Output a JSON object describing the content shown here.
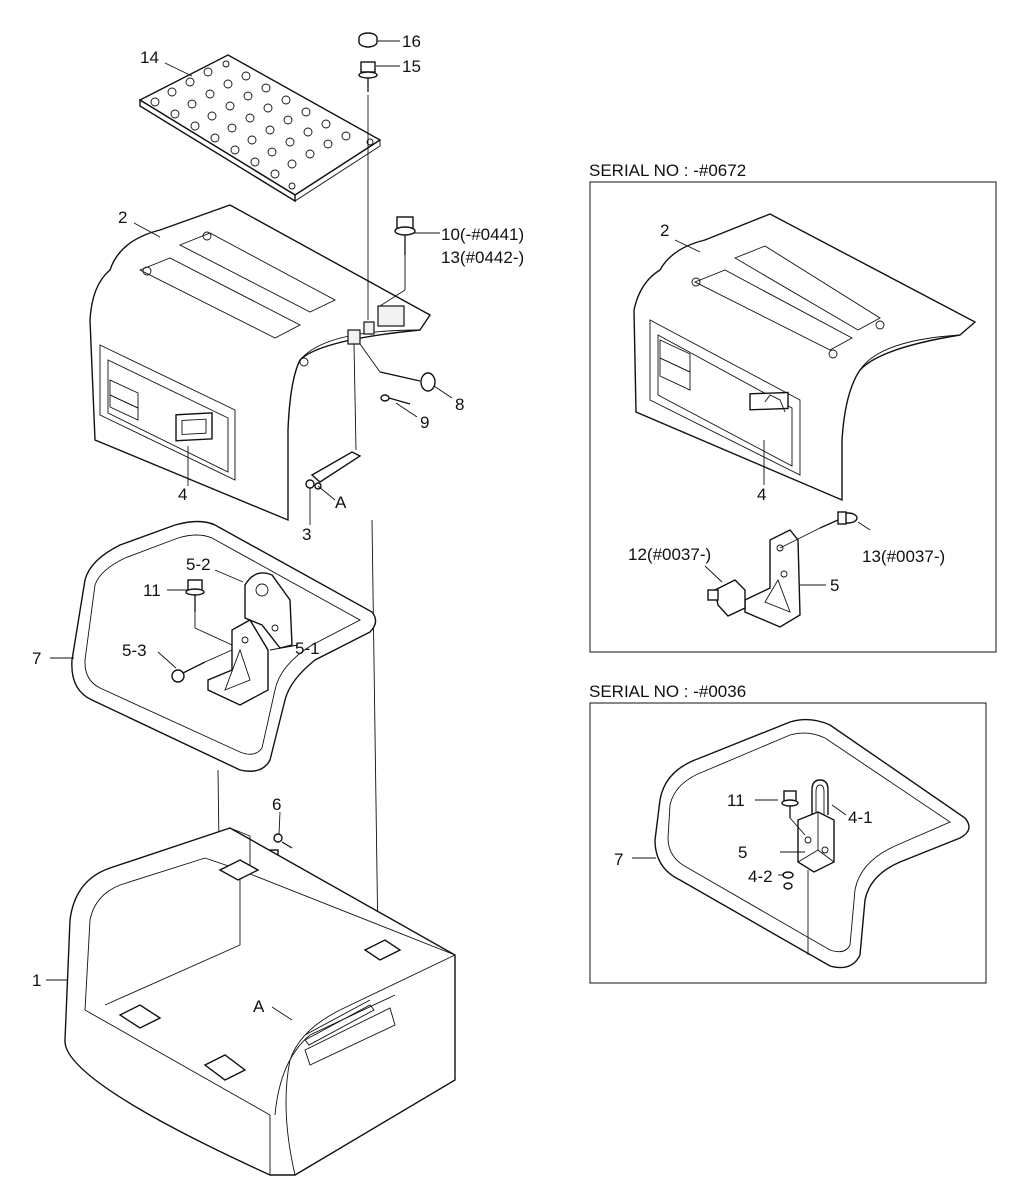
{
  "inset_top": {
    "title": "SERIAL NO : -#0672",
    "labels": [
      "2",
      "4",
      "5",
      "12(#0037-)",
      "13(#0037-)"
    ]
  },
  "inset_bottom": {
    "title": "SERIAL NO : -#0036",
    "labels": [
      "11",
      "4-1",
      "5",
      "7",
      "4-2"
    ]
  },
  "main": {
    "labels": {
      "p14": "14",
      "p16": "16",
      "p15": "15",
      "p2": "2",
      "p10": "10(-#0441)",
      "p13": "13(#0442-)",
      "p8": "8",
      "p9": "9",
      "p4": "4",
      "p3": "3",
      "pA1": "A",
      "p5_2": "5-2",
      "p11": "11",
      "p7": "7",
      "p5_3": "5-3",
      "p5_1": "5-1",
      "p6": "6",
      "p1": "1",
      "pA2": "A"
    }
  }
}
